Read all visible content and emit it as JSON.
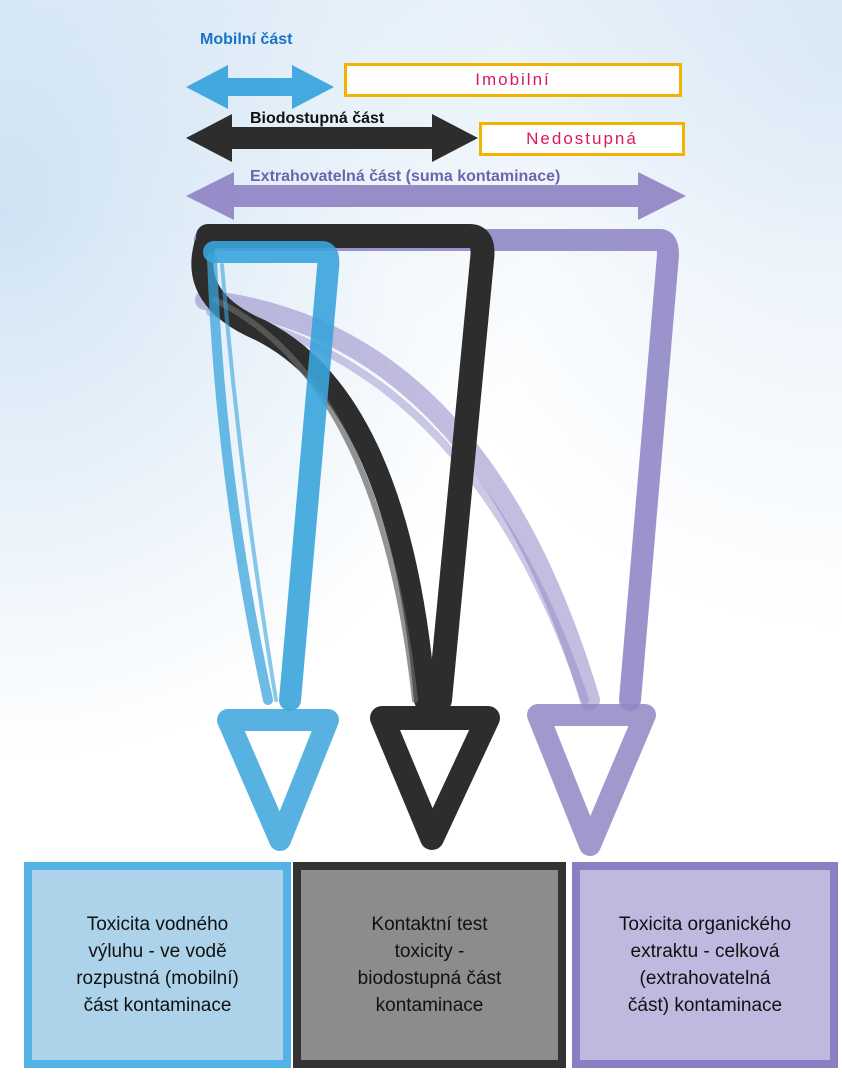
{
  "colors": {
    "mobile": "#3aa4dc",
    "bio": "#2d2d2d",
    "extract": "#9187c6",
    "box_border": "#f0b400",
    "box_text": "#d81b60"
  },
  "top_bars": {
    "mobile_label": "Mobilní část",
    "immobile_label": "Imobilní",
    "bio_label": "Biodostupná část",
    "unavailable_label": "Nedostupná",
    "extractable_label": "Extrahovatelná část (suma kontaminace)"
  },
  "outcomes": [
    {
      "lines": [
        "Toxicita vodného",
        "výluhu -  ve vodě",
        "rozpustná (mobilní)",
        "část kontaminace"
      ]
    },
    {
      "lines": [
        "Kontaktní test",
        "toxicity -",
        "biodostupná  část",
        "kontaminace"
      ]
    },
    {
      "lines": [
        "Toxicita organického",
        "extraktu  - celková",
        "(extrahovatelná",
        "část) kontaminace"
      ]
    }
  ]
}
